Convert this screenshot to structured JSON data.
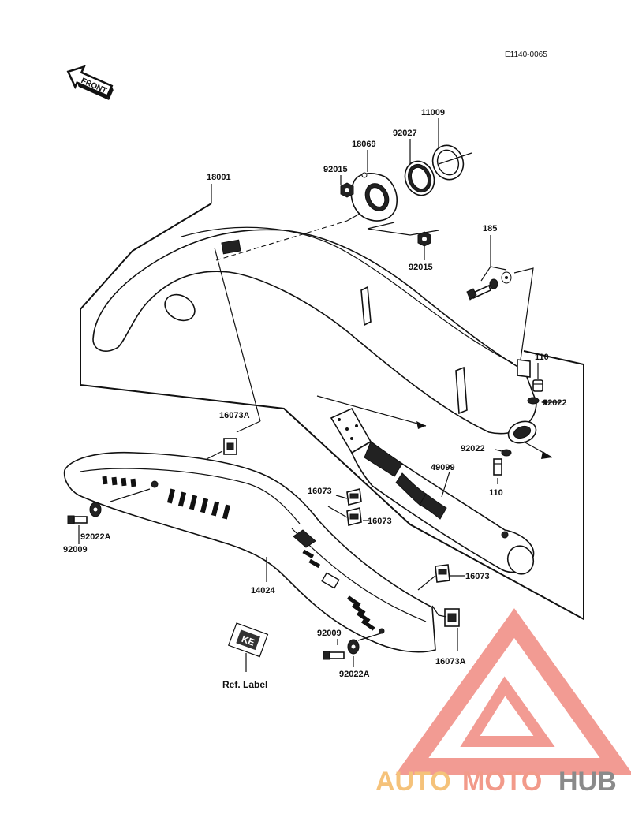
{
  "diagram_code": "E1140-0065",
  "front_label": "FRONT",
  "ref_label_text": "Ref. Label",
  "label_badge_text": "KE",
  "parts": {
    "p18001": "18001",
    "p18069": "18069",
    "p92027": "92027",
    "p11009": "11009",
    "p92015_top": "92015",
    "p92015_mid": "92015",
    "p185": "185",
    "p110_top": "110",
    "p92022_right": "92022",
    "p92022_low": "92022",
    "p110_low": "110",
    "p49099": "49099",
    "p16073A_left": "16073A",
    "p16073_a": "16073",
    "p16073_b": "16073",
    "p16073_c": "16073",
    "p16073A_right": "16073A",
    "p92009_left": "92009",
    "p92022A_left": "92022A",
    "p14024": "14024",
    "p92009_right": "92009",
    "p92022A_right": "92022A"
  },
  "watermark": {
    "word_auto": "AUTO",
    "word_moto": "MOTO",
    "word_hub": "HUB",
    "color_auto": "#f5c27a",
    "color_moto": "#f29a8a",
    "color_hub": "#8a8a8a",
    "triangle_color": "#f08a80"
  }
}
